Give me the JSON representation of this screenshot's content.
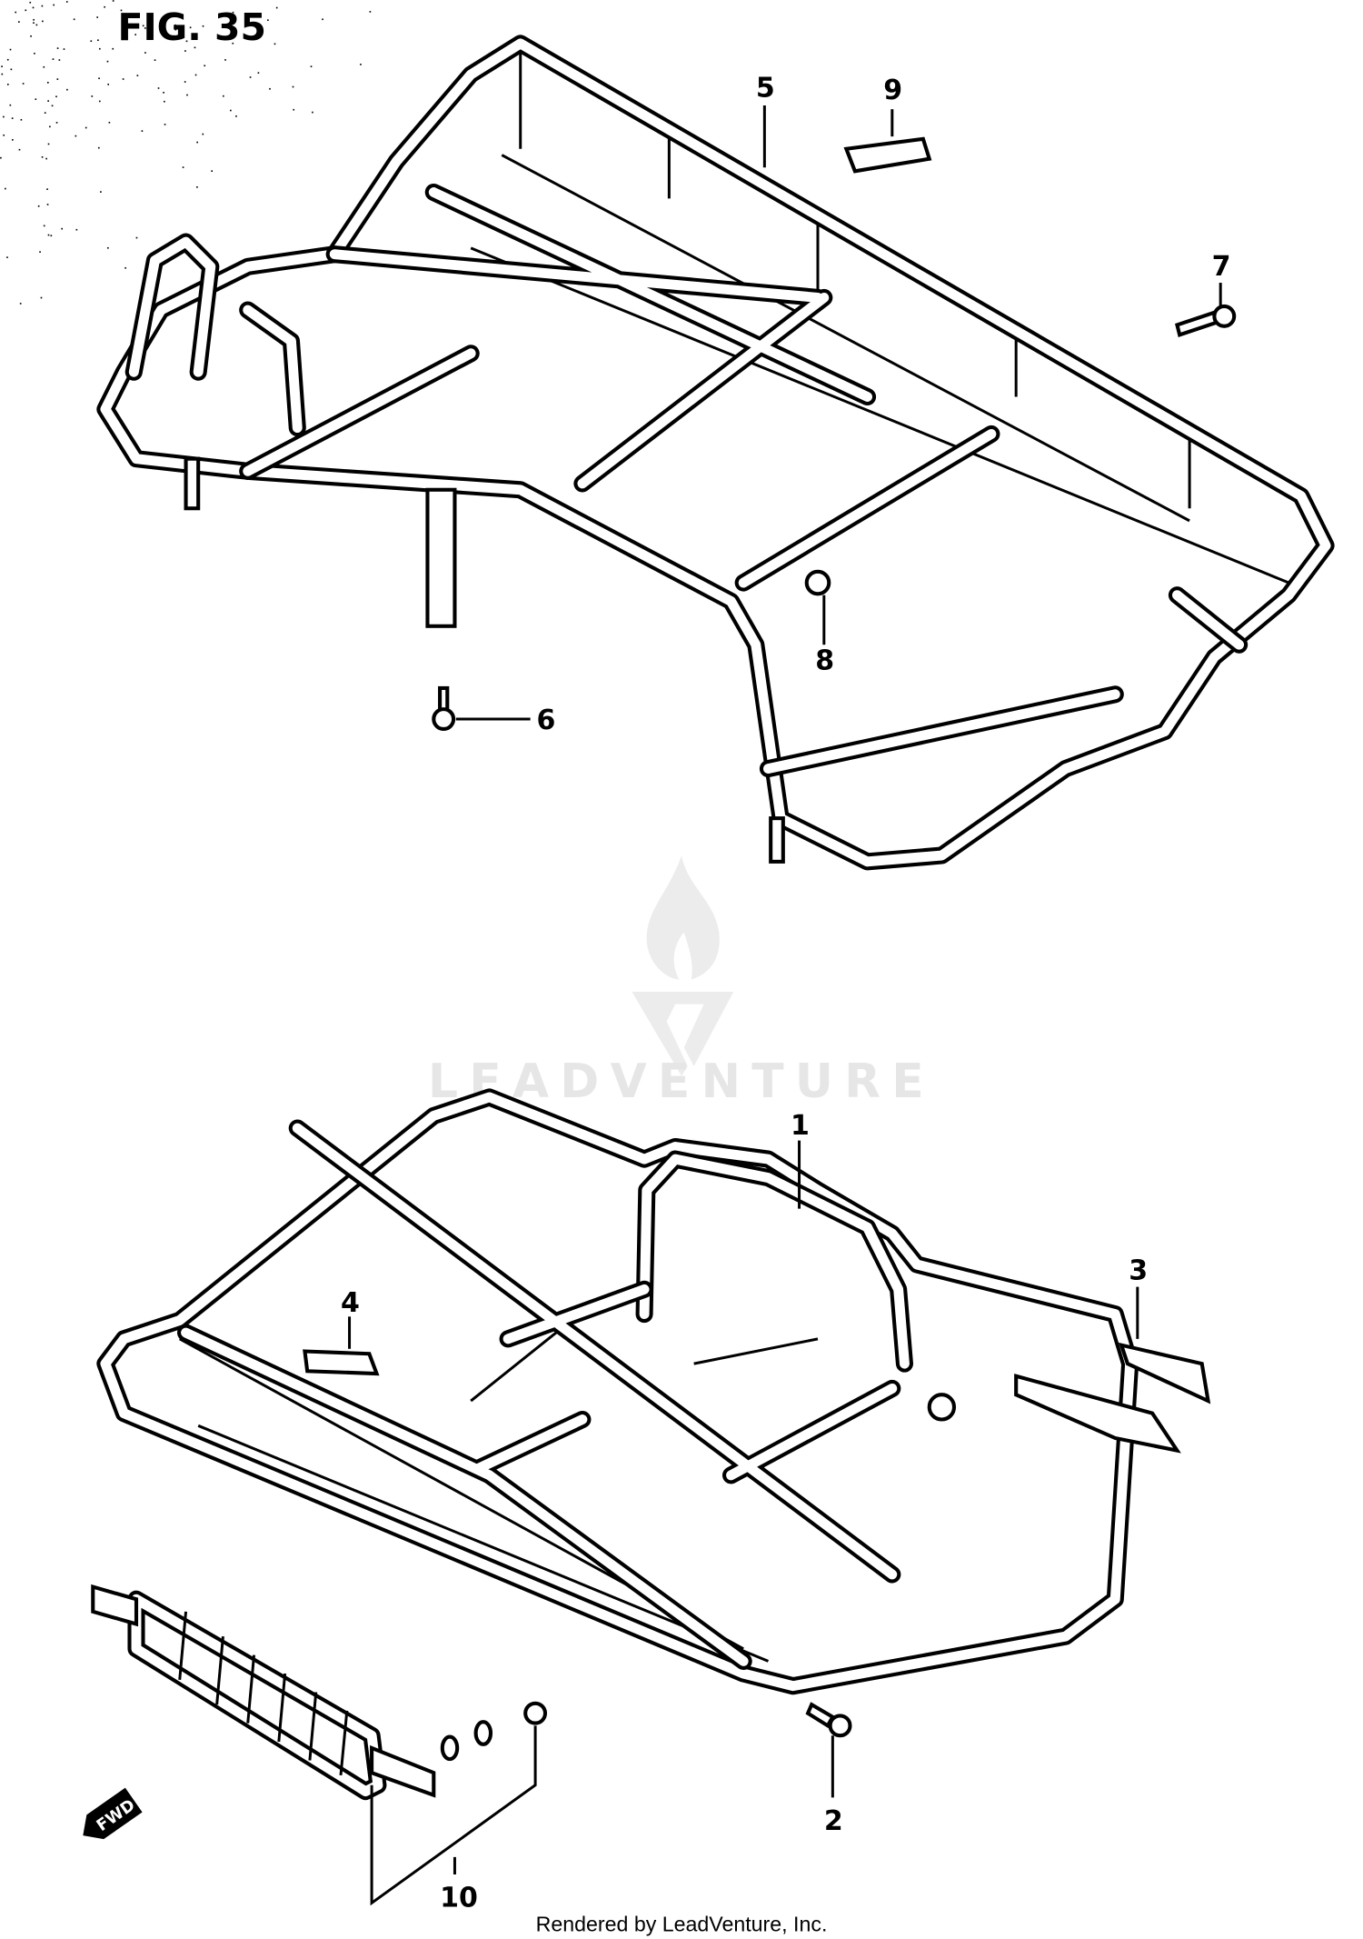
{
  "figure": {
    "title": "FIG. 35"
  },
  "callouts": {
    "p1": "1",
    "p2": "2",
    "p3": "3",
    "p4": "4",
    "p5": "5",
    "p6": "6",
    "p7": "7",
    "p8": "8",
    "p9": "9",
    "p10": "10"
  },
  "direction_marker": {
    "label": "FWD",
    "icon": "arrow-left-icon"
  },
  "watermark": {
    "text": "LEADVENTURE",
    "logo": "flame-v-logo",
    "color": "#e6e6e6"
  },
  "footer": {
    "text": "Rendered by LeadVenture, Inc."
  }
}
